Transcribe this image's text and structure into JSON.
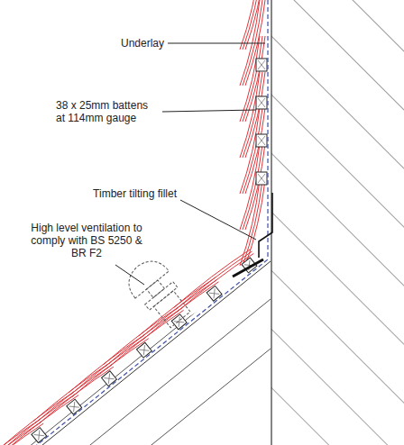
{
  "diagram": {
    "labels": [
      "Underlay",
      "38 x 25mm battens at 114mm gauge",
      "Timber tilting fillet",
      "High level ventilation to comply with BS 5250 & BR F2"
    ]
  }
}
